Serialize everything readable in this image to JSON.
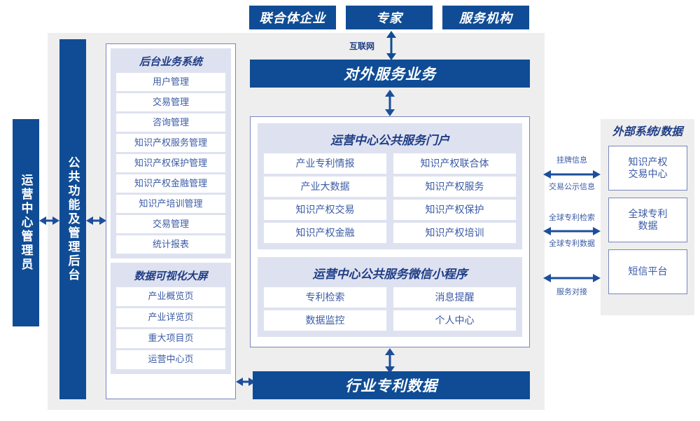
{
  "top_actors": [
    {
      "label": "联合体企业"
    },
    {
      "label": "专家"
    },
    {
      "label": "服务机构"
    }
  ],
  "internet_label": "互联网",
  "external_service_bar": {
    "label": "对外服务业务"
  },
  "industry_data_bar": {
    "label": "行业专利数据"
  },
  "left_bars": [
    {
      "label": "运营中心管理员"
    },
    {
      "label": "公共功能及管理后台"
    }
  ],
  "backend_group": {
    "title": "后台业务系统",
    "items": [
      {
        "label": "用户管理"
      },
      {
        "label": "交易管理"
      },
      {
        "label": "咨询管理"
      },
      {
        "label": "知识产权服务管理"
      },
      {
        "label": "知识产权保护管理"
      },
      {
        "label": "知识产权金融管理"
      },
      {
        "label": "知识产培训管理"
      },
      {
        "label": "交易管理"
      },
      {
        "label": "统计报表"
      }
    ]
  },
  "dataviz_group": {
    "title": "数据可视化大屏",
    "items": [
      {
        "label": "产业概览页"
      },
      {
        "label": "产业详览页"
      },
      {
        "label": "重大项目页"
      },
      {
        "label": "运营中心页"
      }
    ]
  },
  "portal_group": {
    "title": "运营中心公共服务门户",
    "items": [
      {
        "label": "产业专利情报"
      },
      {
        "label": "知识产权联合体"
      },
      {
        "label": "产业大数据"
      },
      {
        "label": "知识产权服务"
      },
      {
        "label": "知识产权交易"
      },
      {
        "label": "知识产权保护"
      },
      {
        "label": "知识产权金融"
      },
      {
        "label": "知识产权培训"
      }
    ]
  },
  "miniprogram_group": {
    "title": "运营中心公共服务微信小程序",
    "items": [
      {
        "label": "专利检索"
      },
      {
        "label": "消息提醒"
      },
      {
        "label": "数据监控"
      },
      {
        "label": "个人中心"
      }
    ]
  },
  "external_panel": {
    "title": "外部系统/数据",
    "items": [
      {
        "label": "知识产权\n交易中心",
        "line1": "知识产权",
        "line2": "交易中心"
      },
      {
        "label": "全球专利\n数据",
        "line1": "全球专利",
        "line2": "数据"
      },
      {
        "label": "短信平台",
        "line1": "短信平台",
        "line2": ""
      }
    ],
    "connectors": [
      {
        "above": "挂牌信息",
        "below": "交易公示信息"
      },
      {
        "above": "全球专利检索",
        "below": "全球专利数据"
      },
      {
        "above": "",
        "below": "服务对接"
      }
    ]
  },
  "colors": {
    "brand_blue": "#0f4c95",
    "panel_grey": "#eeeeee",
    "group_lavender": "#dee2f0",
    "border_purple": "#7b85bd",
    "text_blue": "#3b5ba5",
    "title_blue": "#1f3d86"
  }
}
